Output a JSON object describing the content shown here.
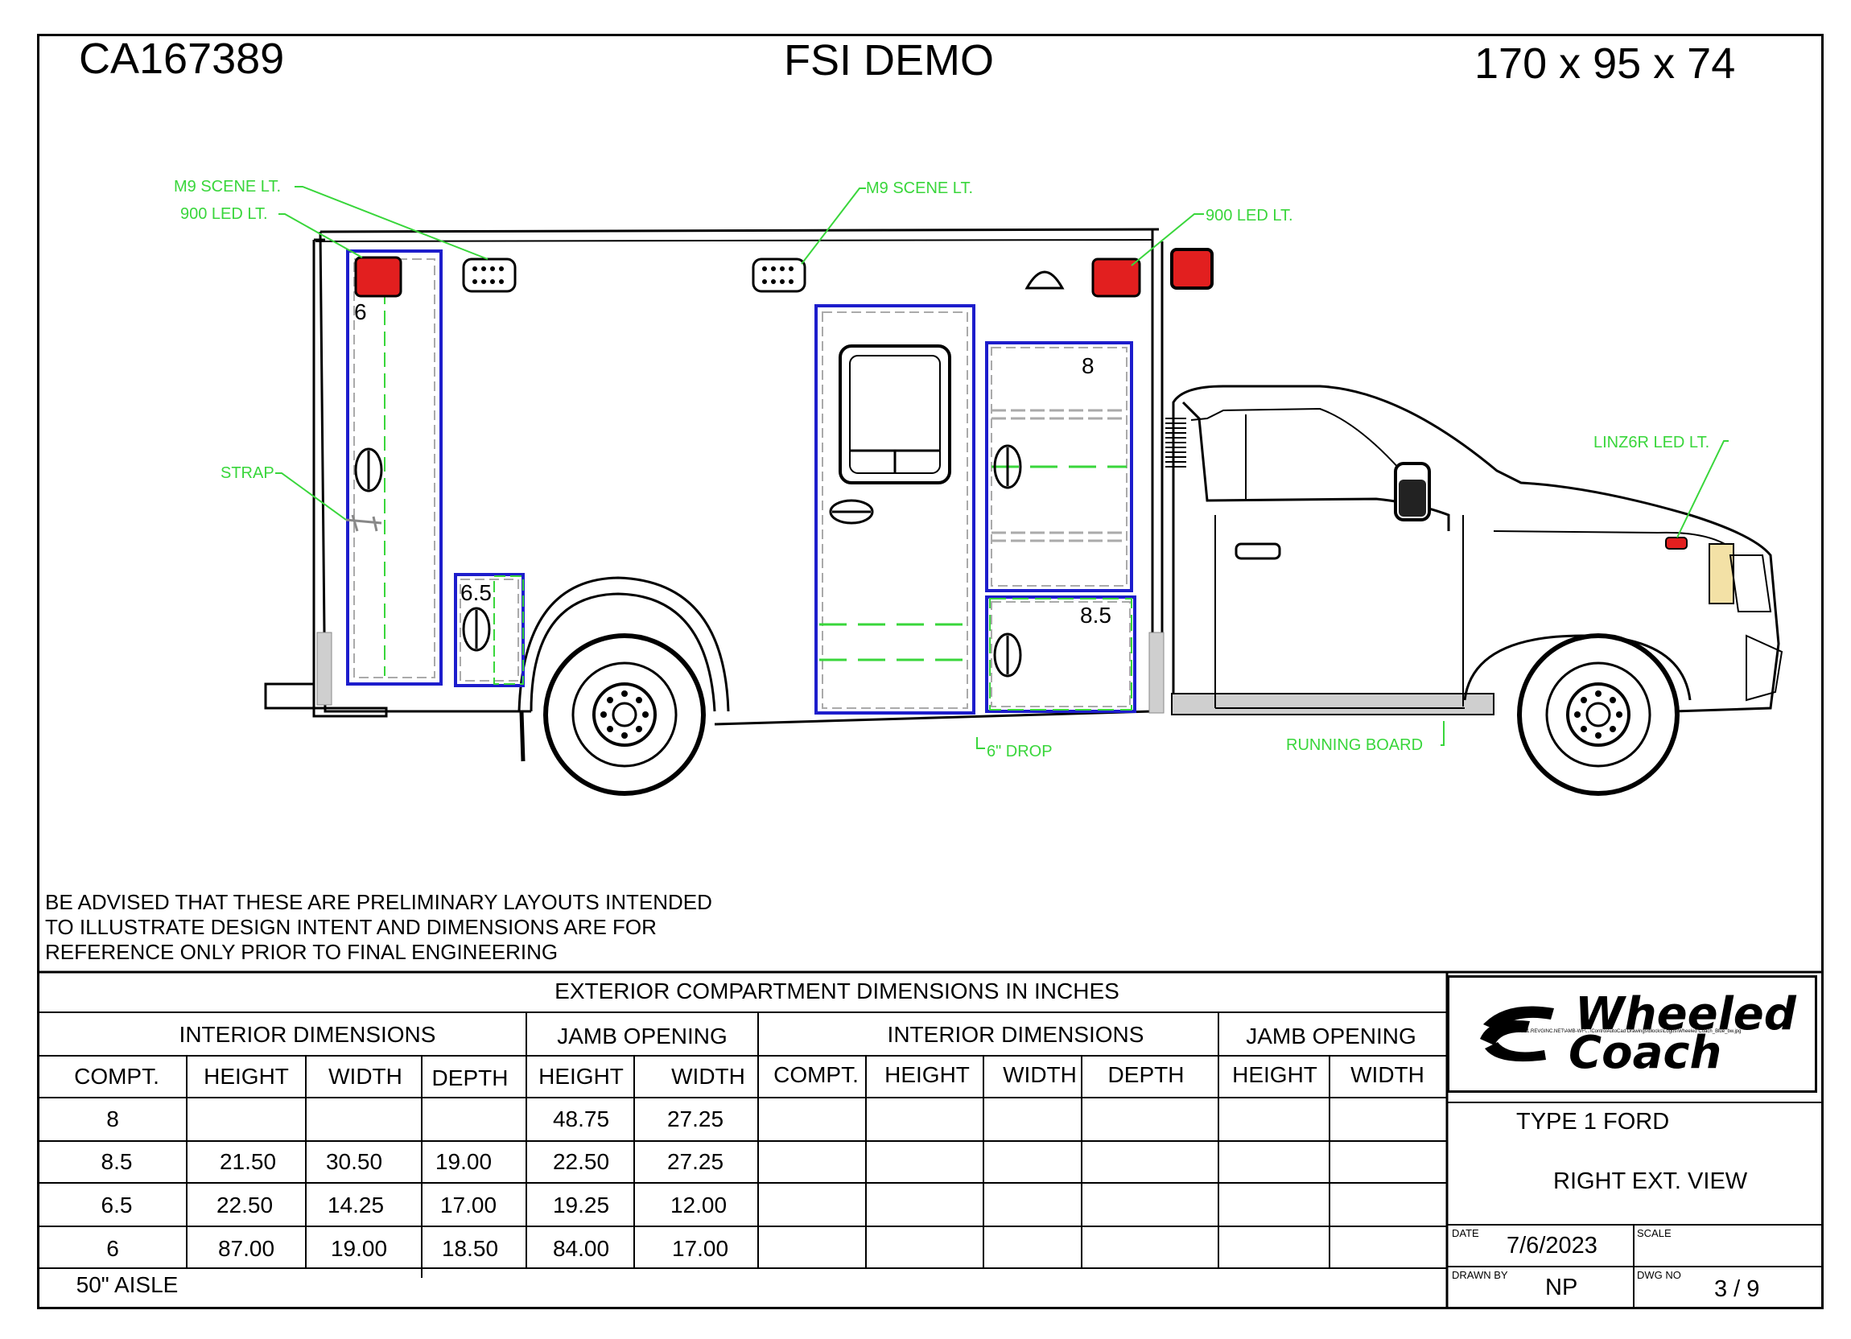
{
  "header": {
    "job_number": "CA167389",
    "project_name": "FSI DEMO",
    "body_size": "170 x 95 x 74"
  },
  "callouts": {
    "m9_scene_lt_left": "M9 SCENE LT.",
    "led_900_left": "900 LED LT.",
    "m9_scene_lt_center": "M9 SCENE LT.",
    "led_900_right": "900 LED LT.",
    "strap": "STRAP",
    "linz6r": "LINZ6R LED LT.",
    "drop": "6\" DROP",
    "running_board": "RUNNING BOARD"
  },
  "compartment_labels": {
    "c6": "6",
    "c65": "6.5",
    "c8": "8",
    "c85": "8.5"
  },
  "advisory": [
    "BE ADVISED THAT THESE ARE PRELIMINARY LAYOUTS INTENDED",
    "TO ILLUSTRATE DESIGN INTENT AND DIMENSIONS  ARE FOR",
    "REFERENCE ONLY PRIOR TO FINAL ENGINEERING"
  ],
  "table": {
    "title": "EXTERIOR COMPARTMENT DIMENSIONS IN INCHES",
    "group_headers": [
      "INTERIOR DIMENSIONS",
      "JAMB OPENING",
      "INTERIOR DIMENSIONS",
      "JAMB OPENING"
    ],
    "columns": [
      "COMPT.",
      "HEIGHT",
      "WIDTH",
      "DEPTH",
      "HEIGHT",
      "WIDTH",
      "COMPT.",
      "HEIGHT",
      "WIDTH",
      "DEPTH",
      "HEIGHT",
      "WIDTH"
    ],
    "rows": [
      [
        "8",
        "",
        "",
        "",
        "48.75",
        "27.25",
        "",
        "",
        "",
        "",
        "",
        ""
      ],
      [
        "8.5",
        "21.50",
        "30.50",
        "19.00",
        "22.50",
        "27.25",
        "",
        "",
        "",
        "",
        "",
        ""
      ],
      [
        "6.5",
        "22.50",
        "14.25",
        "17.00",
        "19.25",
        "12.00",
        "",
        "",
        "",
        "",
        "",
        ""
      ],
      [
        "6",
        "87.00",
        "19.00",
        "18.50",
        "84.00",
        "17.00",
        "",
        "",
        "",
        "",
        "",
        ""
      ]
    ],
    "footer_note": "50\" AISLE"
  },
  "title_block": {
    "logo_line1": "Wheeled",
    "logo_line2": "Coach",
    "logo_fineprint": "\\\\FILE1.REVGINC.NET\\AMB-WF\\...\\ControlAutoCad Drawings\\blocks\\Logos\\Wheeled Coach_Blue_bw.jpg",
    "type": "TYPE 1 FORD",
    "view": "RIGHT EXT. VIEW",
    "date_label": "DATE",
    "date": "7/6/2023",
    "scale_label": "SCALE",
    "scale": "",
    "drawn_by_label": "DRAWN BY",
    "drawn_by": "NP",
    "dwg_no_label": "DWG NO",
    "dwg_no": "3 / 9"
  },
  "colors": {
    "callout": "#39d63b",
    "compartment_outline": "#1d1dcc",
    "warning_light": "#e21f1f",
    "frame": "#000000"
  }
}
